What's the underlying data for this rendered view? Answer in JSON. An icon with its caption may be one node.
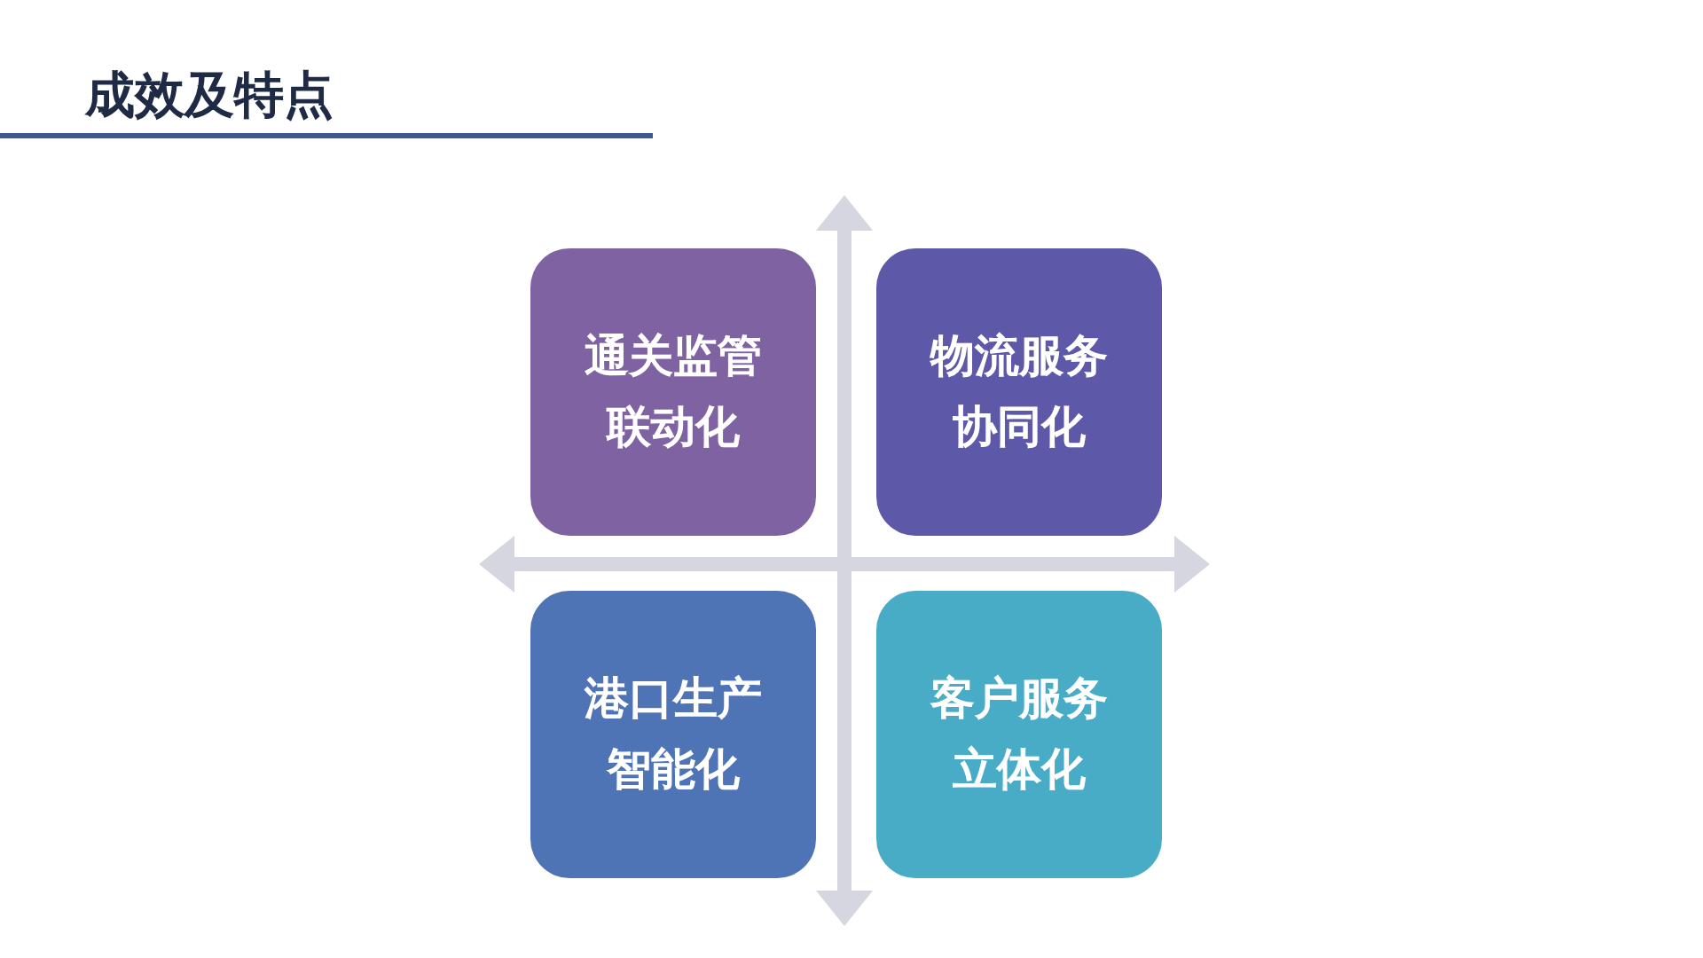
{
  "diagram": {
    "title": "成效及特点",
    "nodes": [
      {
        "text": [
          "通关监管联动化"
        ]
      },
      {
        "text": [
          "物流服务协同化"
        ]
      },
      {
        "text": [
          "港口生产智能化"
        ]
      },
      {
        "text": [
          "客户服务立体化"
        ]
      }
    ],
    "edges": []
  }
}
